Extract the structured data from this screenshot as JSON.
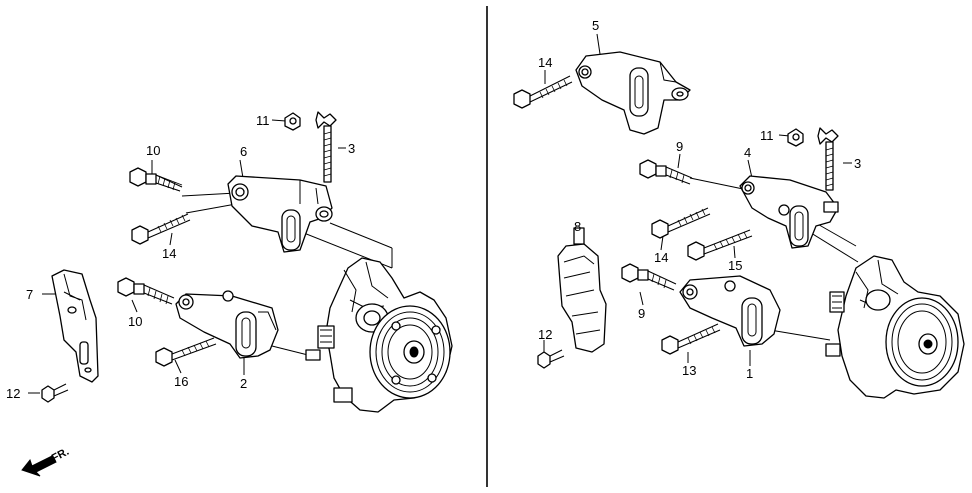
{
  "callouts": {
    "left": {
      "c10a": "10",
      "c6": "6",
      "c11": "11",
      "c3": "3",
      "c14": "14",
      "c7": "7",
      "c10b": "10",
      "c16": "16",
      "c2": "2",
      "c12": "12"
    },
    "right": {
      "c5": "5",
      "c14a": "14",
      "c9a": "9",
      "c4": "4",
      "c11": "11",
      "c3": "3",
      "c8": "8",
      "c14b": "14",
      "c15": "15",
      "c9b": "9",
      "c12": "12",
      "c13": "13",
      "c1": "1"
    }
  },
  "front_arrow": {
    "label": "FR.",
    "icon": "front-direction-arrow-icon"
  },
  "colors": {
    "ink": "#000000",
    "paper": "#ffffff"
  }
}
